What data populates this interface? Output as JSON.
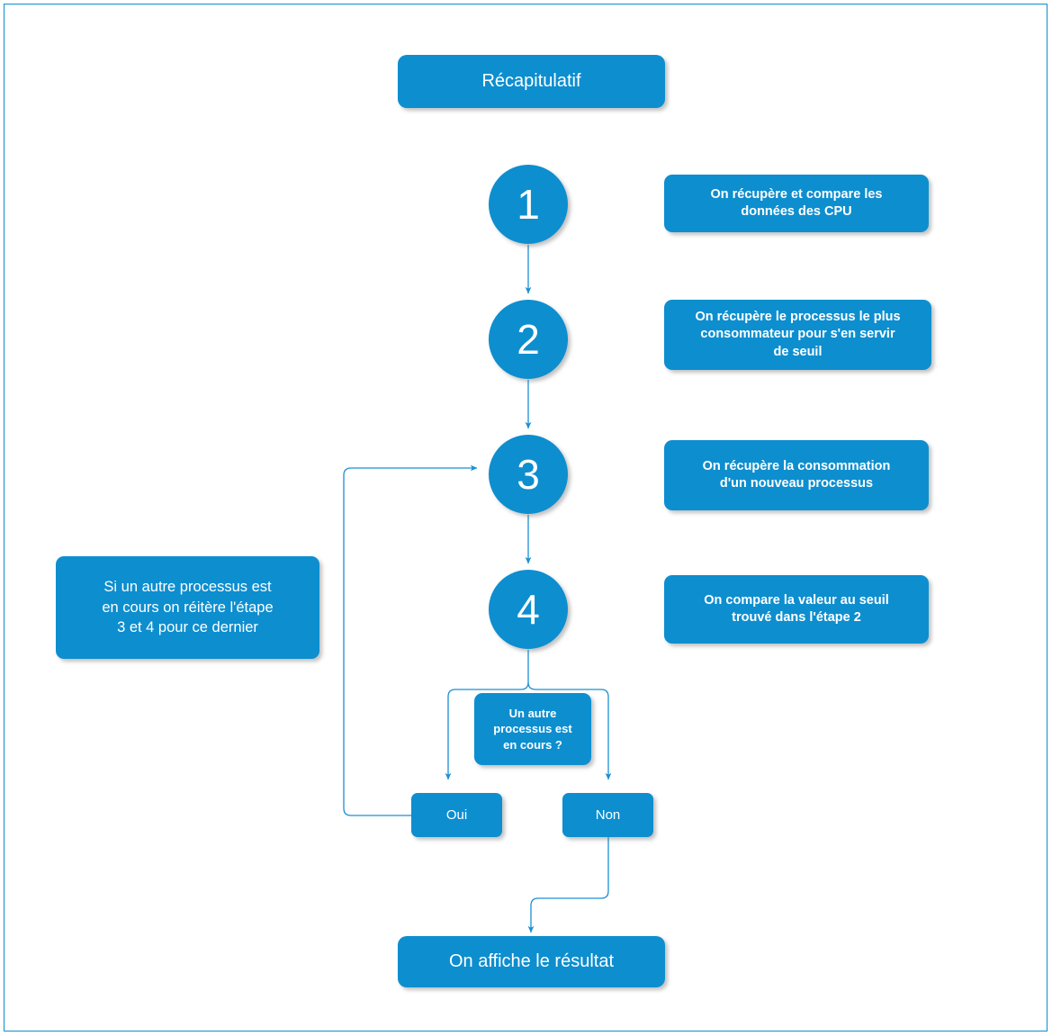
{
  "meta": {
    "title": "Récapitulatif",
    "accent_color": "#0d8ecf",
    "text_color": "#ffffff",
    "background_color": "#ffffff",
    "connector_color": "#1b8fd4",
    "border_color": "#0d8ecf"
  },
  "title_box": {
    "label": "Récapitulatif"
  },
  "steps": [
    {
      "number": "1",
      "description_lines": [
        "On récupère et compare les",
        "données des CPU"
      ]
    },
    {
      "number": "2",
      "description_lines": [
        "On récupère le processus le plus",
        "consommateur pour s'en servir",
        "de seuil"
      ]
    },
    {
      "number": "3",
      "description_lines": [
        "On récupère la consommation",
        "d'un nouveau processus"
      ]
    },
    {
      "number": "4",
      "description_lines": [
        "On compare la valeur au seuil",
        "trouvé dans l'étape 2"
      ]
    }
  ],
  "note_box": {
    "lines": [
      "Si un autre processus est",
      "en cours on réitère l'étape",
      "3 et 4 pour ce dernier"
    ]
  },
  "decision": {
    "lines": [
      "Un autre",
      "processus est",
      "en cours ?"
    ]
  },
  "branches": {
    "yes_label": "Oui",
    "no_label": "Non"
  },
  "result_box": {
    "label": "On affiche le résultat"
  }
}
